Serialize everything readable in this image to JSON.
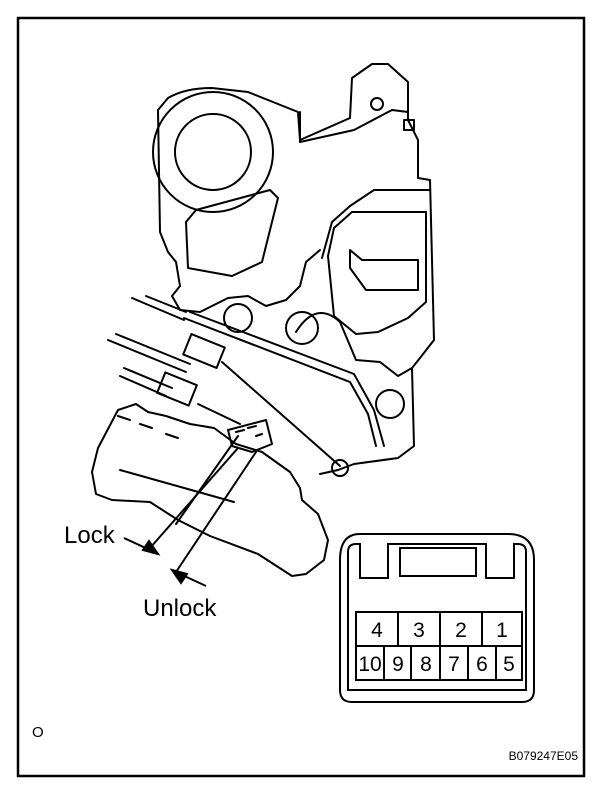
{
  "labels": {
    "lock": "Lock",
    "unlock": "Unlock",
    "corner_mark": "O",
    "figure_code": "B079247E05"
  },
  "connector": {
    "top_row": [
      "4",
      "3",
      "2",
      "1"
    ],
    "bottom_row": [
      "10",
      "9",
      "8",
      "7",
      "6",
      "5"
    ]
  }
}
